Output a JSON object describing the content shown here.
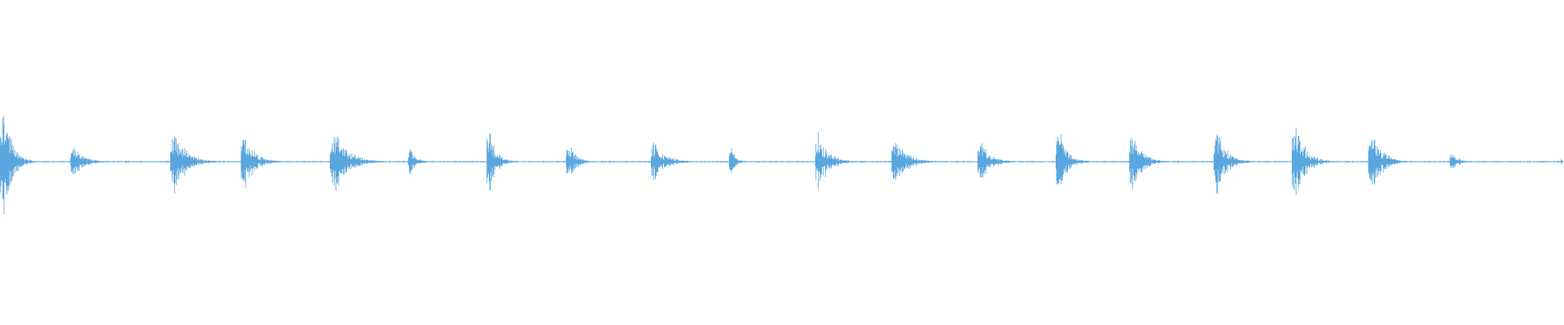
{
  "waveform": {
    "color": "#5aa6de",
    "background": "#ffffff",
    "baseline_amplitude": 0.004,
    "bursts": [
      {
        "time": 0.0,
        "peak": 0.41,
        "duration": 0.022
      },
      {
        "time": 0.045,
        "peak": 0.11,
        "duration": 0.026
      },
      {
        "time": 0.109,
        "peak": 0.22,
        "duration": 0.031
      },
      {
        "time": 0.154,
        "peak": 0.21,
        "duration": 0.026
      },
      {
        "time": 0.211,
        "peak": 0.22,
        "duration": 0.035
      },
      {
        "time": 0.261,
        "peak": 0.12,
        "duration": 0.014
      },
      {
        "time": 0.311,
        "peak": 0.25,
        "duration": 0.019
      },
      {
        "time": 0.362,
        "peak": 0.14,
        "duration": 0.019
      },
      {
        "time": 0.416,
        "peak": 0.14,
        "duration": 0.029
      },
      {
        "time": 0.466,
        "peak": 0.13,
        "duration": 0.012
      },
      {
        "time": 0.521,
        "peak": 0.21,
        "duration": 0.026
      },
      {
        "time": 0.57,
        "peak": 0.16,
        "duration": 0.031
      },
      {
        "time": 0.625,
        "peak": 0.14,
        "duration": 0.026
      },
      {
        "time": 0.675,
        "peak": 0.25,
        "duration": 0.022
      },
      {
        "time": 0.722,
        "peak": 0.2,
        "duration": 0.026
      },
      {
        "time": 0.776,
        "peak": 0.22,
        "duration": 0.026
      },
      {
        "time": 0.826,
        "peak": 0.29,
        "duration": 0.026
      },
      {
        "time": 0.875,
        "peak": 0.23,
        "duration": 0.026
      },
      {
        "time": 0.927,
        "peak": 0.07,
        "duration": 0.017
      },
      {
        "time": 0.998,
        "peak": 0.03,
        "duration": 0.002
      }
    ]
  }
}
